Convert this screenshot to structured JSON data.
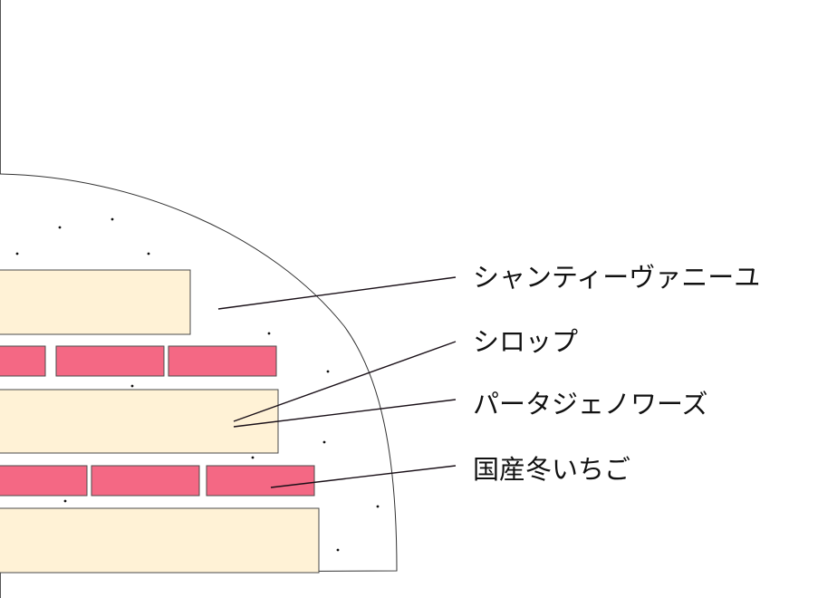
{
  "colors": {
    "sponge": "#fff2d6",
    "strawberry": "#f46884",
    "outline": "#333333",
    "leader": "#1a1018",
    "text": "#111111"
  },
  "labels": {
    "chantilly_vanille": "シャンティーヴァニーユ",
    "sirop": "シロップ",
    "pate_genoise": "パータジェノワーズ",
    "strawberry": "国産冬いちご"
  }
}
